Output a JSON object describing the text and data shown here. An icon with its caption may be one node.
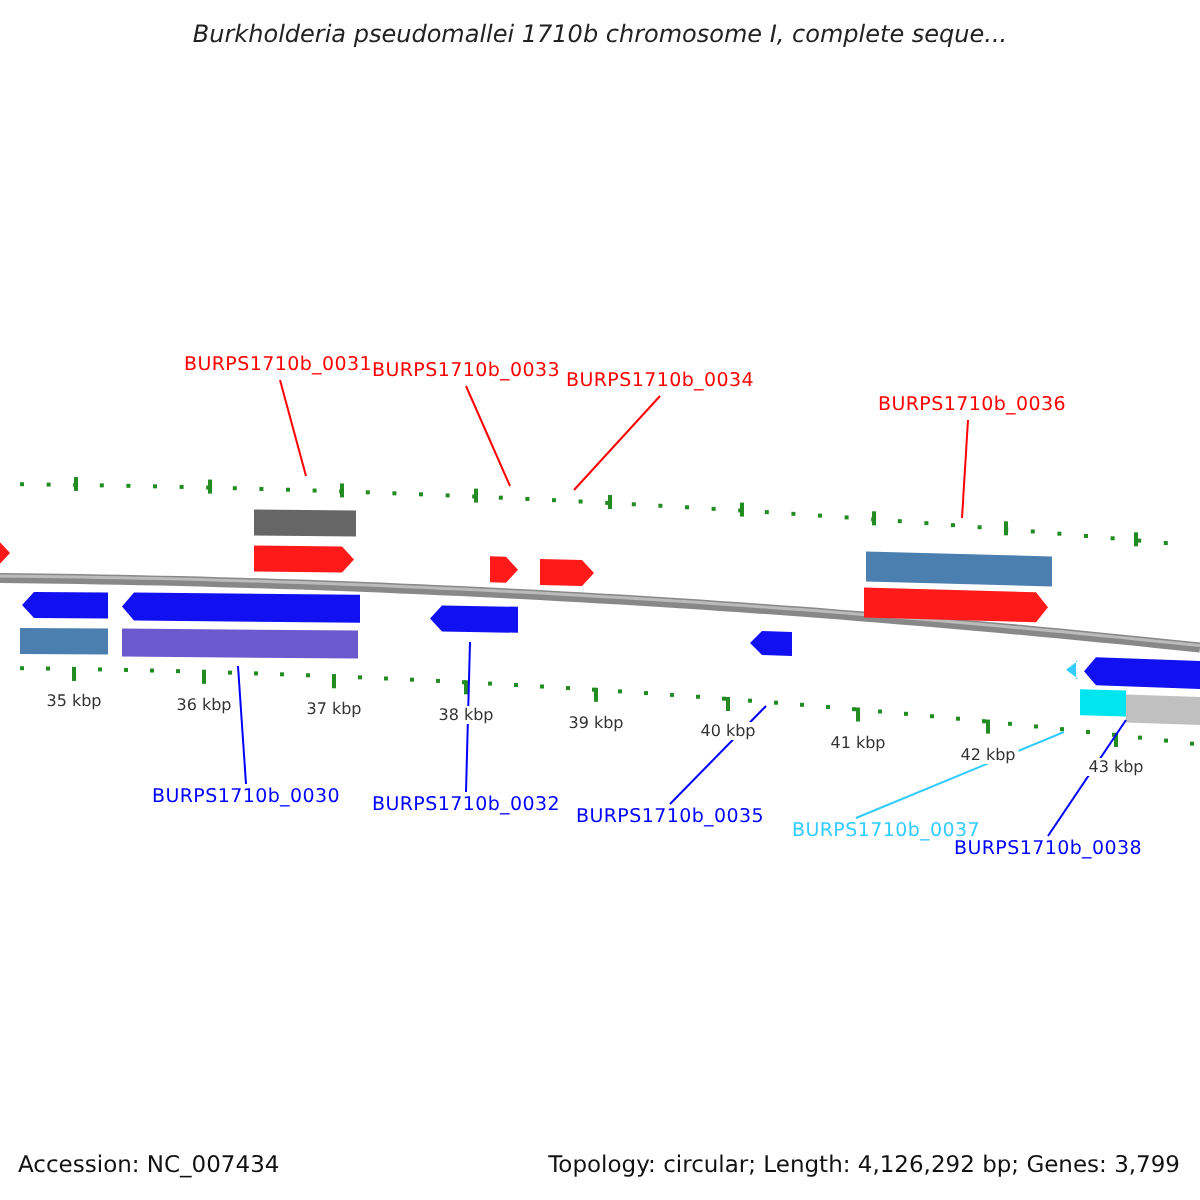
{
  "diagram": {
    "title": "Burkholderia pseudomallei 1710b chromosome I, complete seque...",
    "nodes": [
      {
        "text": [
          "BURPS1710b_0031"
        ]
      },
      {
        "text": [
          "BURPS1710b_0033"
        ]
      },
      {
        "text": [
          "BURPS1710b_0034"
        ]
      },
      {
        "text": [
          "BURPS1710b_0036"
        ]
      },
      {
        "text": [
          "BURPS1710b_0030"
        ]
      },
      {
        "text": [
          "BURPS1710b_0032"
        ]
      },
      {
        "text": [
          "BURPS1710b_0035"
        ]
      },
      {
        "text": [
          "BURPS1710b_0037"
        ]
      },
      {
        "text": [
          "BURPS1710b_0038"
        ]
      }
    ],
    "edges": [
      {
        "from": 0,
        "to": null,
        "arrow": "none",
        "color": "#ff0000"
      },
      {
        "from": 1,
        "to": null,
        "arrow": "none",
        "color": "#ff0000"
      },
      {
        "from": 2,
        "to": null,
        "arrow": "none",
        "color": "#ff0000"
      },
      {
        "from": 3,
        "to": null,
        "arrow": "none",
        "color": "#ff0000"
      },
      {
        "from": 4,
        "to": null,
        "arrow": "none",
        "color": "#0000ff"
      },
      {
        "from": 5,
        "to": null,
        "arrow": "none",
        "color": "#0000ff"
      },
      {
        "from": 6,
        "to": null,
        "arrow": "none",
        "color": "#0000ff"
      },
      {
        "from": 7,
        "to": null,
        "arrow": "none",
        "color": "#33ccff"
      },
      {
        "from": 8,
        "to": null,
        "arrow": "none",
        "color": "#0000ff"
      }
    ],
    "labels": [
      "35 kbp",
      "36 kbp",
      "37 kbp",
      "38 kbp",
      "39 kbp",
      "40 kbp",
      "41 kbp",
      "42 kbp",
      "43 kbp",
      "Accession: NC_007434",
      "Topology: circular; Length: 4,126,292 bp; Genes: 3,799"
    ]
  }
}
